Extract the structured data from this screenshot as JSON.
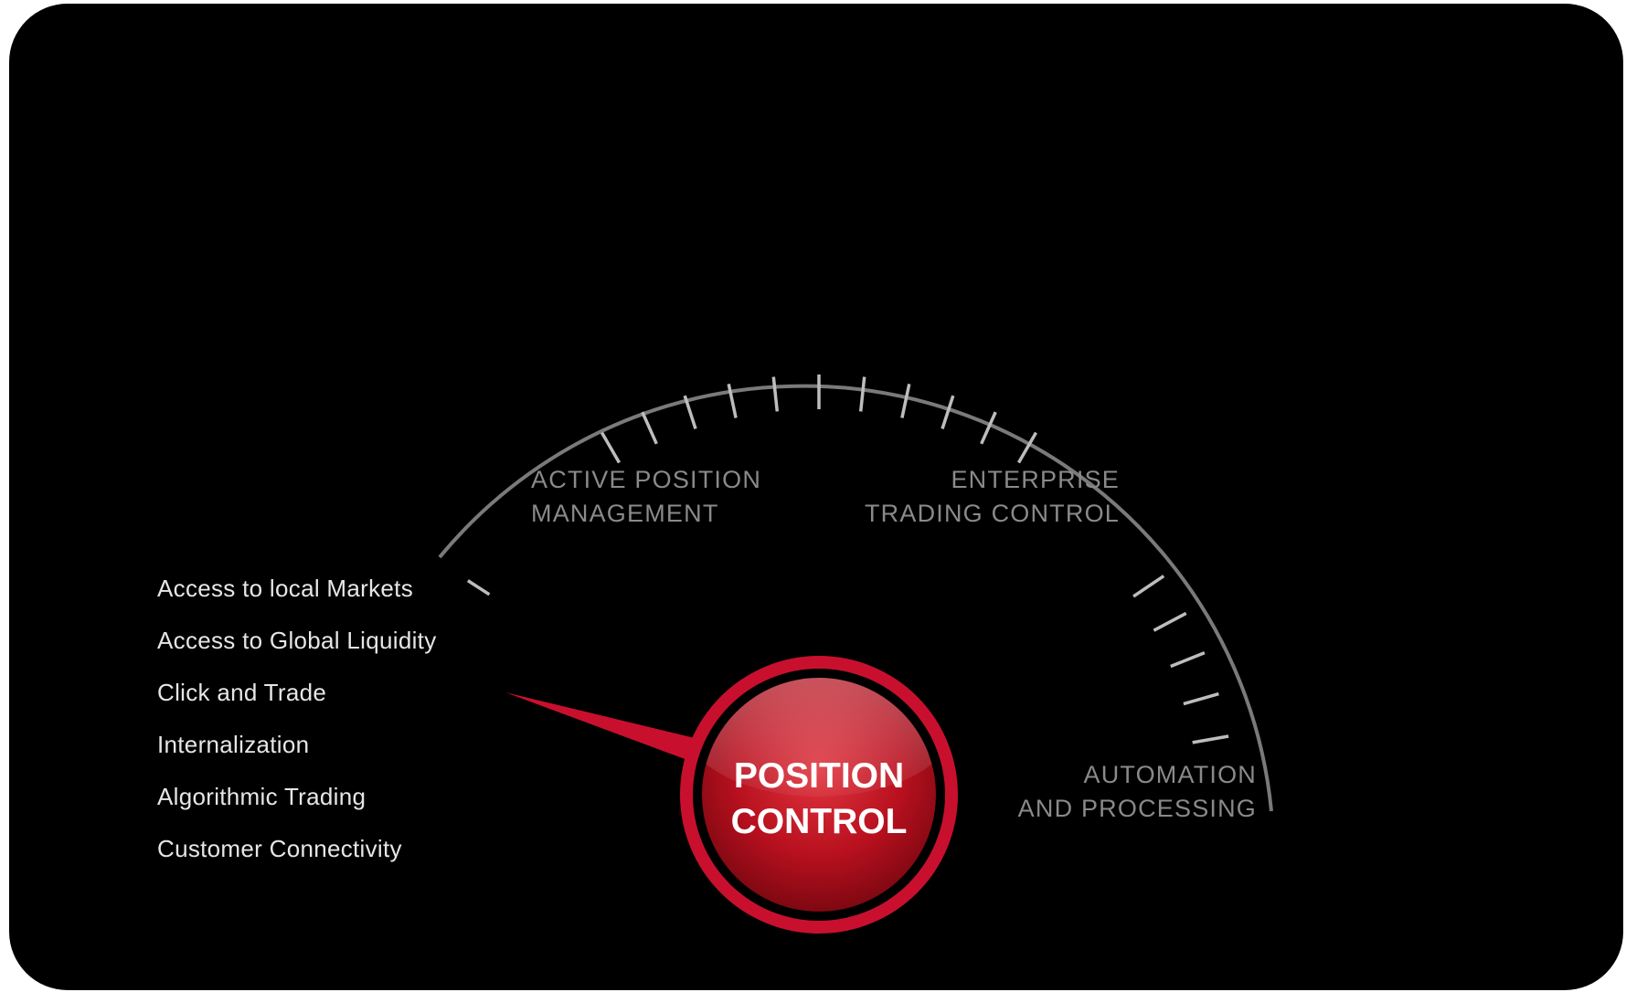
{
  "features": [
    "Access to local Markets",
    "Access to Global Liquidity",
    "Click and Trade",
    "Internalization",
    "Algorithmic Trading",
    "Customer Connectivity"
  ],
  "zones": {
    "active_position_management": [
      "ACTIVE POSITION",
      "MANAGEMENT"
    ],
    "enterprise_trading_control": [
      "ENTERPRISE",
      "TRADING CONTROL"
    ],
    "automation_and_processing": [
      "AUTOMATION",
      "AND PROCESSING"
    ]
  },
  "center": {
    "line1": "POSITION",
    "line2": "CONTROL"
  },
  "colors": {
    "background": "#000000",
    "arc": "#7a7a7a",
    "accent_red": "#c8102e",
    "zone_text": "#8a8a8a",
    "feature_text": "#e6e6e6"
  }
}
